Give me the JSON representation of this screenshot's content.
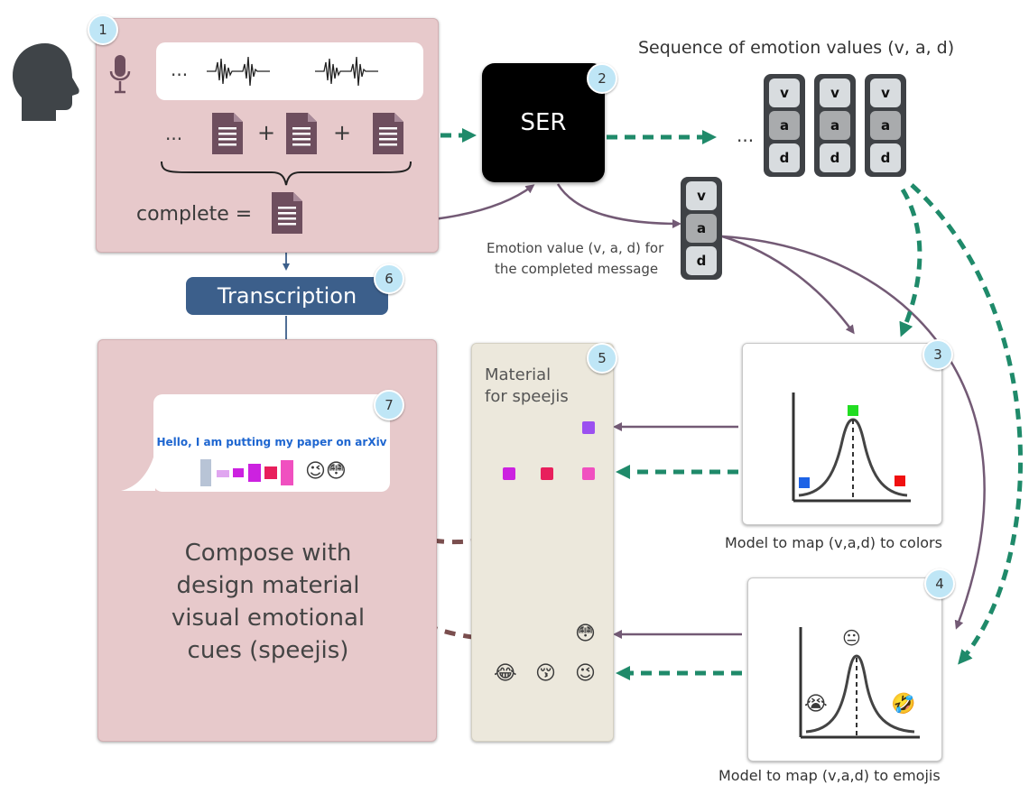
{
  "badges": [
    "1",
    "2",
    "3",
    "4",
    "5",
    "6",
    "7"
  ],
  "ellipsis": "...",
  "plus": "+",
  "complete_label": "complete =",
  "ser_label": "SER",
  "sequence_title": "Sequence of emotion values (v, a, d)",
  "vad_letters": {
    "v": "v",
    "a": "a",
    "d": "d"
  },
  "emotion_value_caption": [
    "Emotion value (v, a, d) for",
    "the completed message"
  ],
  "transcription_label": "Transcription",
  "material_title": [
    "Material",
    "for speejis"
  ],
  "message_text": "Hello, I am putting my paper on arXiv",
  "message_emojis": "😉😳",
  "compose_text": [
    "Compose with",
    "design material",
    "visual emotional",
    "cues (speejis)"
  ],
  "model_colors_caption": "Model to map (v,a,d) to colors",
  "model_emojis_caption": "Model to map (v,a,d) to emojis",
  "material_emojis": {
    "single": "😳",
    "row": [
      "😂",
      "😚",
      "😉"
    ]
  },
  "plot_emojis": {
    "top": "😐",
    "left": "😭",
    "right": "🤣"
  },
  "colors": {
    "pink_panel": "#e7c9cb",
    "beige_panel": "#ece8dc",
    "ser": "#000000",
    "transcription": "#3c5f8b",
    "arrow_purple": "#735a75",
    "arrow_green": "#1f8a6a",
    "arrow_brown": "#7a4e4e",
    "doc_icon": "#6e4e5e",
    "head": "#3f4448",
    "message_text": "#1e66d0",
    "swatch_purple": "#9b50f0",
    "swatch_magenta": "#cc22e0",
    "swatch_crimson": "#e81f5c",
    "swatch_pink": "#f050c0",
    "plot_green": "#22dd22",
    "plot_blue": "#1e63e6",
    "plot_red": "#f01010"
  }
}
